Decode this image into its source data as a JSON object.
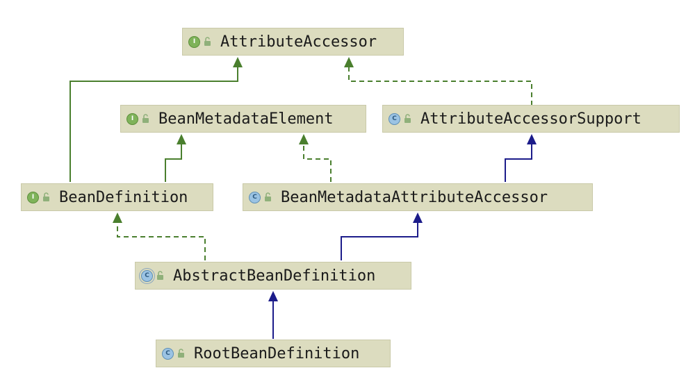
{
  "nodes": {
    "attribute_accessor": {
      "label": "AttributeAccessor",
      "kind": "interface",
      "badge": "I"
    },
    "bean_metadata_element": {
      "label": "BeanMetadataElement",
      "kind": "interface",
      "badge": "I"
    },
    "attribute_accessor_support": {
      "label": "AttributeAccessorSupport",
      "kind": "class",
      "badge": "C"
    },
    "bean_definition": {
      "label": "BeanDefinition",
      "kind": "interface",
      "badge": "I"
    },
    "bean_metadata_attribute_accessor": {
      "label": "BeanMetadataAttributeAccessor",
      "kind": "class",
      "badge": "C"
    },
    "abstract_bean_definition": {
      "label": "AbstractBeanDefinition",
      "kind": "abstract-class",
      "badge": "C"
    },
    "root_bean_definition": {
      "label": "RootBeanDefinition",
      "kind": "class",
      "badge": "C"
    }
  },
  "edges": [
    {
      "from": "bean_definition",
      "to": "attribute_accessor",
      "type": "interface-extends",
      "color": "#4a7f2e"
    },
    {
      "from": "bean_definition",
      "to": "bean_metadata_element",
      "type": "interface-extends",
      "color": "#4a7f2e"
    },
    {
      "from": "attribute_accessor_support",
      "to": "attribute_accessor",
      "type": "implements",
      "color": "#4a7f2e"
    },
    {
      "from": "bean_metadata_attribute_accessor",
      "to": "bean_metadata_element",
      "type": "implements",
      "color": "#4a7f2e"
    },
    {
      "from": "bean_metadata_attribute_accessor",
      "to": "attribute_accessor_support",
      "type": "extends",
      "color": "#1c1c8a"
    },
    {
      "from": "abstract_bean_definition",
      "to": "bean_definition",
      "type": "implements",
      "color": "#4a7f2e"
    },
    {
      "from": "abstract_bean_definition",
      "to": "bean_metadata_attribute_accessor",
      "type": "extends",
      "color": "#1c1c8a"
    },
    {
      "from": "root_bean_definition",
      "to": "abstract_bean_definition",
      "type": "extends",
      "color": "#1c1c8a"
    }
  ],
  "colors": {
    "node_fill": "#dcdcbf",
    "interface_edge": "#4a7f2e",
    "class_edge": "#1c1c8a"
  }
}
